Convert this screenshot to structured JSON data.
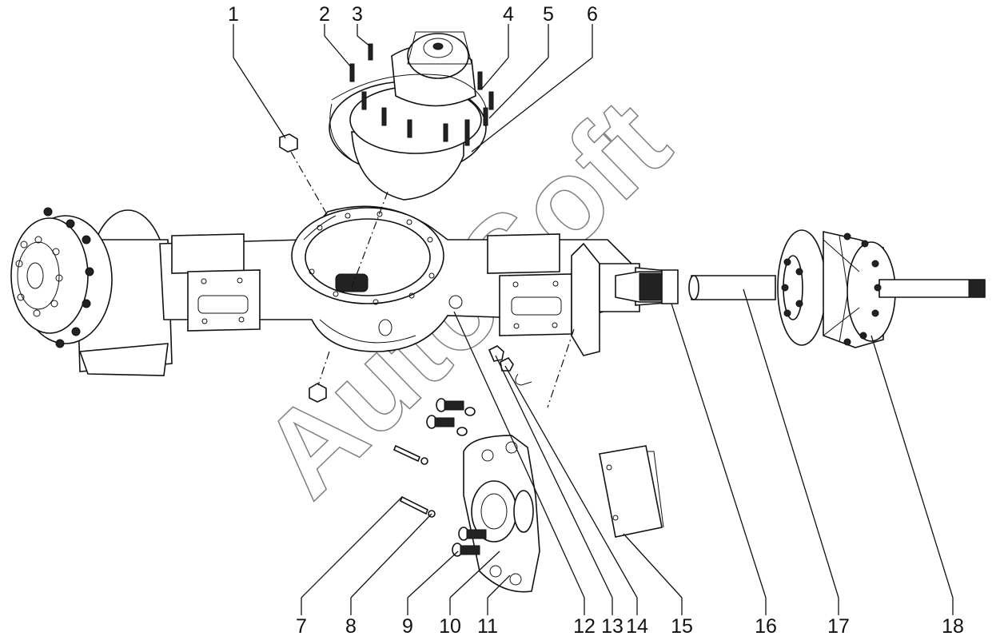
{
  "diagram": {
    "watermark": "AutoSoft",
    "callouts": [
      {
        "label": "1"
      },
      {
        "label": "2"
      },
      {
        "label": "3"
      },
      {
        "label": "4"
      },
      {
        "label": "5"
      },
      {
        "label": "6"
      },
      {
        "label": "7"
      },
      {
        "label": "8"
      },
      {
        "label": "9"
      },
      {
        "label": "10"
      },
      {
        "label": "11"
      },
      {
        "label": "12"
      },
      {
        "label": "13"
      },
      {
        "label": "14"
      },
      {
        "label": "15"
      },
      {
        "label": "16"
      },
      {
        "label": "17"
      },
      {
        "label": "18"
      }
    ]
  }
}
